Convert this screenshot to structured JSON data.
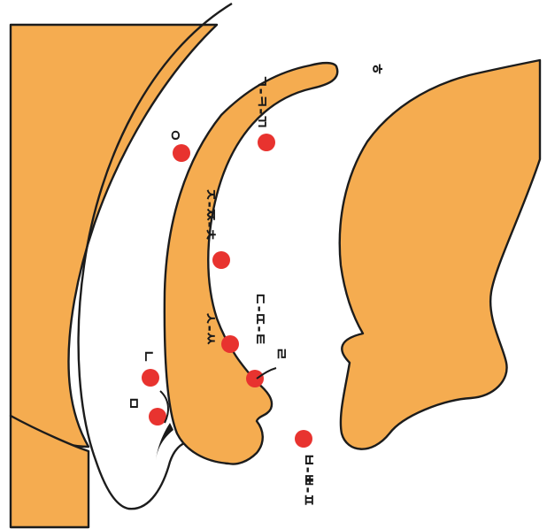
{
  "diagram": {
    "colors": {
      "tissue": "#f5ac50",
      "outline": "#1c1c1c",
      "point": "#e8332f"
    },
    "labels": {
      "velar": "ㄱ-ㅋ-ㄲ",
      "glottal": "ㅎ",
      "nasal_back": "ㅇ",
      "affricates": "ㅈ-ㅉ-ㅊ",
      "sibilants": "ㅅ-ㅆ",
      "alveolar_stops": "ㄷ-ㄸ-ㅌ",
      "liquid": "ㄹ",
      "nasal_alveolar": "ㄴ",
      "labial_nasal": "ㅁ",
      "labial_stops": "ㅂ-ㅃ-ㅍ"
    }
  }
}
